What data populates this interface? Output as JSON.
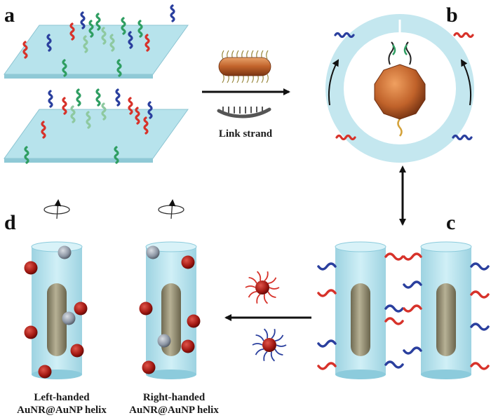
{
  "panels": {
    "a": "a",
    "b": "b",
    "c": "c",
    "d": "d"
  },
  "labels": {
    "link_strand": "Link strand",
    "left_handed_line1": "Left-handed",
    "left_handed_line2": "AuNR@AuNP helix",
    "right_handed_line1": "Right-handed",
    "right_handed_line2": "AuNR@AuNP helix"
  },
  "colors": {
    "sheet": "#b7e3ec",
    "tube": "#a9dbe8",
    "ring": "#c4e7ef",
    "gold_particle": "#c0622a",
    "nanorod": "#8f8a6e",
    "dna_red": "#d7322a",
    "dna_blue": "#2a3f9e",
    "dna_green": "#2f9e62",
    "dna_lightgreen": "#8ec9a0",
    "link_strand": "#555555",
    "red_sphere": "#a11812",
    "arrow": "#111111"
  },
  "icons": {
    "rotation": "rotation-arrow-icon",
    "arrow_right": "arrow-right-icon",
    "arrow_left": "arrow-left-icon",
    "arrow_vertical": "double-arrow-vertical-icon"
  }
}
